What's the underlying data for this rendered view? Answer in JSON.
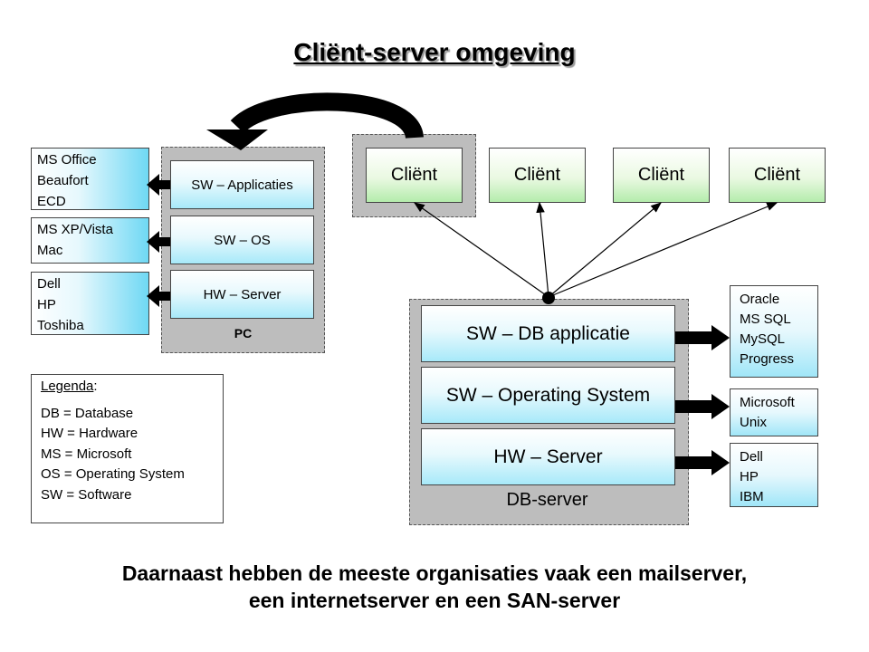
{
  "title": "Cliënt-server omgeving",
  "pc": {
    "label": "PC",
    "layers": [
      "SW – Applicaties",
      "SW – OS",
      "HW – Server"
    ],
    "left_boxes": [
      [
        "MS Office",
        "Beaufort",
        "ECD"
      ],
      [
        "MS XP/Vista",
        "Mac"
      ],
      [
        "Dell",
        "HP",
        "Toshiba"
      ]
    ]
  },
  "clients": [
    "Cliënt",
    "Cliënt",
    "Cliënt",
    "Cliënt"
  ],
  "db_server": {
    "label": "DB-server",
    "layers": [
      "SW – DB applicatie",
      "SW – Operating System",
      "HW – Server"
    ],
    "right_boxes": [
      [
        "Oracle",
        "MS SQL",
        "MySQL",
        "Progress"
      ],
      [
        "Microsoft",
        "Unix"
      ],
      [
        "Dell",
        "HP",
        "IBM"
      ]
    ]
  },
  "legend": {
    "heading": "Legenda",
    "heading_suffix": ":",
    "items": [
      "DB = Database",
      "HW = Hardware",
      "MS = Microsoft",
      "OS = Operating System",
      "SW = Software"
    ]
  },
  "bottom_text": [
    "Daarnaast hebben de meeste organisaties vaak een mailserver,",
    "een internetserver en een SAN-server"
  ]
}
